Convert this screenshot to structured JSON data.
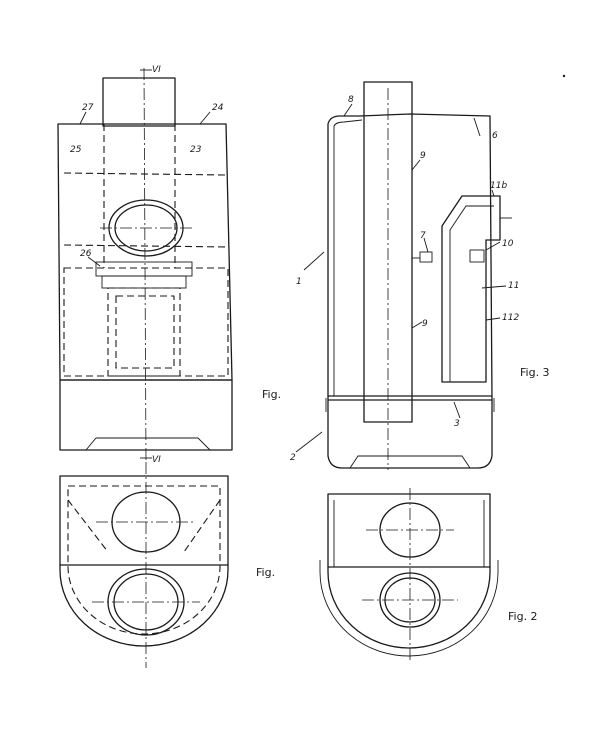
{
  "labels": {
    "vi_top": "VI",
    "vi_bottom": "VI",
    "n27": "27",
    "n24": "24",
    "n25": "25",
    "n23": "23",
    "n26": "26",
    "n8": "8",
    "n6": "6",
    "n9a": "9",
    "n9b": "9",
    "n11b": "11b",
    "n7": "7",
    "n10": "10",
    "n1": "1",
    "n11": "11",
    "n112": "112",
    "n3": "3",
    "n2": "2"
  },
  "captions": {
    "fig_left_upper": "Fig.",
    "fig_left_lower": "Fig.",
    "fig3": "Fig. 3",
    "fig2": "Fig. 2"
  }
}
